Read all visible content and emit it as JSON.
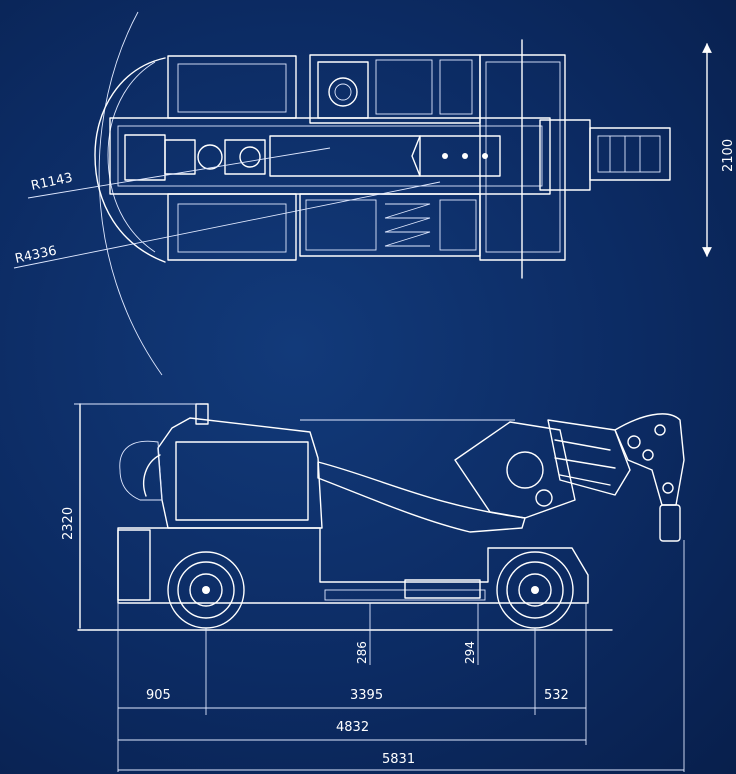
{
  "top_view": {
    "radius_inner": "R1143",
    "radius_outer": "R4336",
    "width_label": "2100"
  },
  "side_view": {
    "height_label": "2320",
    "clearance_front": "286",
    "clearance_rear": "294",
    "front_overhang": "905",
    "wheelbase": "3395",
    "rear_overhang": "532",
    "body_length": "4832",
    "total_length": "5831"
  }
}
